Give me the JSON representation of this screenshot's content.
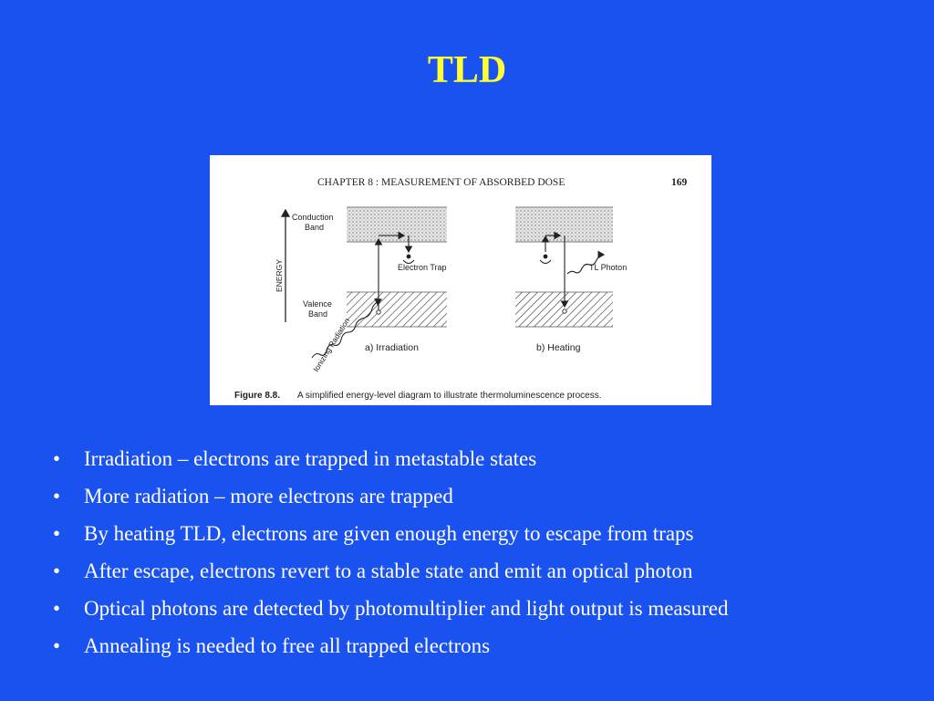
{
  "slide": {
    "title": "TLD"
  },
  "figure": {
    "chapter_header": "CHAPTER 8 : MEASUREMENT OF ABSORBED DOSE",
    "page_number": "169",
    "conduction_band_line1": "Conduction",
    "conduction_band_line2": "Band",
    "valence_band_line1": "Valence",
    "valence_band_line2": "Band",
    "energy_label": "ENERGY",
    "electron_trap_label": "Electron Trap",
    "tl_photon_label": "TL Photon",
    "ionizing_radiation_label": "Ionizing Radiation",
    "panel_a_label": "a) Irradiation",
    "panel_b_label": "b) Heating",
    "caption_number": "Figure 8.8.",
    "caption_text": "A simplified energy-level diagram to illustrate thermoluminescence process."
  },
  "bullets": [
    "Irradiation – electrons are trapped in metastable states",
    "More radiation – more electrons are trapped",
    "By heating TLD, electrons are given enough energy to escape from traps",
    "After escape, electrons revert to a stable state and emit an optical photon",
    "Optical photons are detected by photomultiplier and light output is measured",
    "Annealing is needed to free all trapped electrons"
  ],
  "bullet_glyph": "•",
  "colors": {
    "background": "#1a52f0",
    "title": "#ffff33",
    "text": "#ffffff"
  }
}
